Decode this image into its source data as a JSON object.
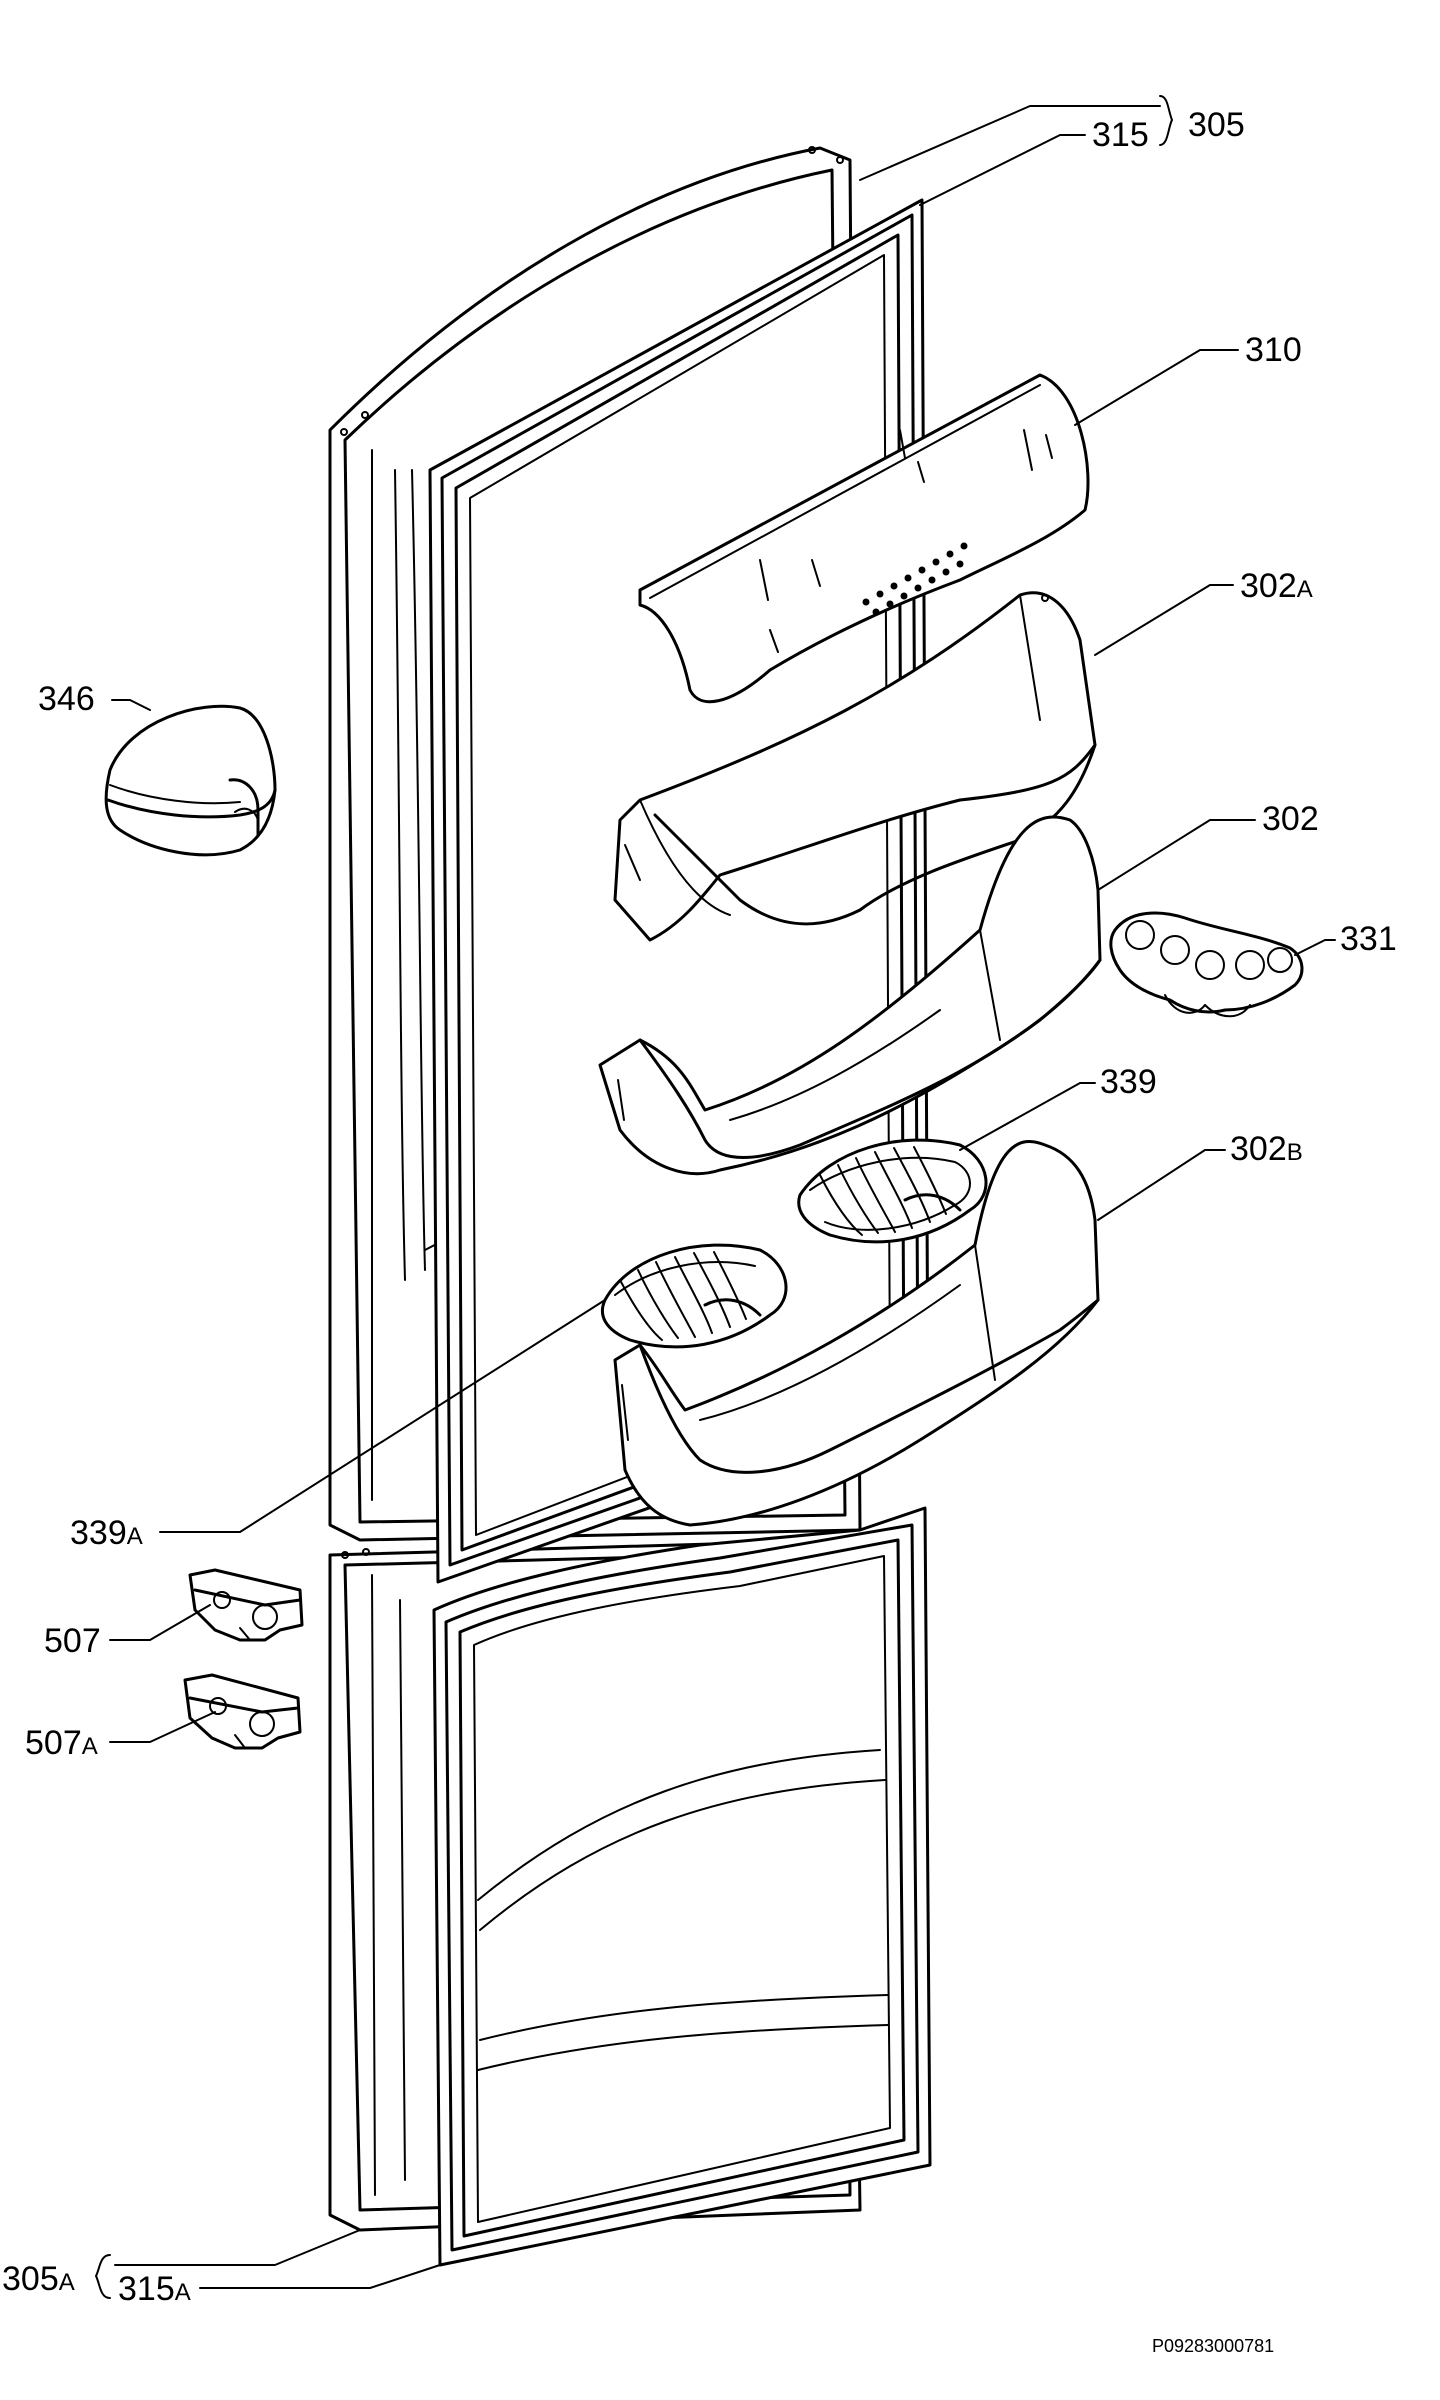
{
  "labels": {
    "p305": "305",
    "p315": "315",
    "p310": "310",
    "p302A_num": "302",
    "p302A_suf": "A",
    "p346": "346",
    "p302": "302",
    "p331": "331",
    "p339": "339",
    "p302B_num": "302",
    "p302B_suf": "B",
    "p339A_num": "339",
    "p339A_suf": "A",
    "p507": "507",
    "p507A_num": "507",
    "p507A_suf": "A",
    "p305A_num": "305",
    "p305A_suf": "A",
    "p315A_num": "315",
    "p315A_suf": "A"
  },
  "drawing_code": "P09283000781"
}
